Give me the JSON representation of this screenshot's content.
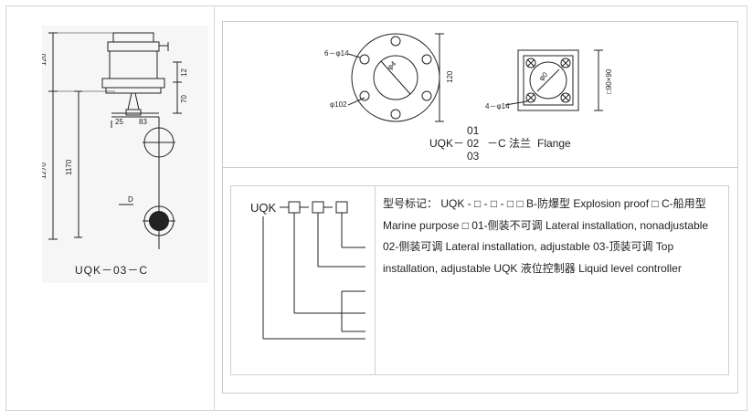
{
  "left_drawing": {
    "dimensions": [
      "120",
      "12",
      "70",
      "25",
      "83",
      "1270",
      "1170",
      "D"
    ],
    "caption": "UQK－03－C"
  },
  "flange_drawing": {
    "round_flange_labels": [
      "6－φ14",
      "φ102",
      "φ4",
      "120"
    ],
    "square_flange_labels": [
      "4－φ14",
      "φ0",
      "□90×90"
    ],
    "model_prefix": "UQK－",
    "model_options": [
      "01",
      "02",
      "03"
    ],
    "model_suffix": "－C 法兰",
    "flange_word": "Flange"
  },
  "model_code": {
    "code_label": "UQK"
  },
  "description": {
    "text": "型号标记： UQK - □ - □ - □ □ B-防爆型 Explosion proof □ C-船用型 Marine purpose □ 01-侧装不可调 Lateral installation, nonadjustable 02-侧装可调 Lateral installation, adjustable 03-顶装可调 Top installation, adjustable UQK 液位控制器 Liquid level controller"
  }
}
